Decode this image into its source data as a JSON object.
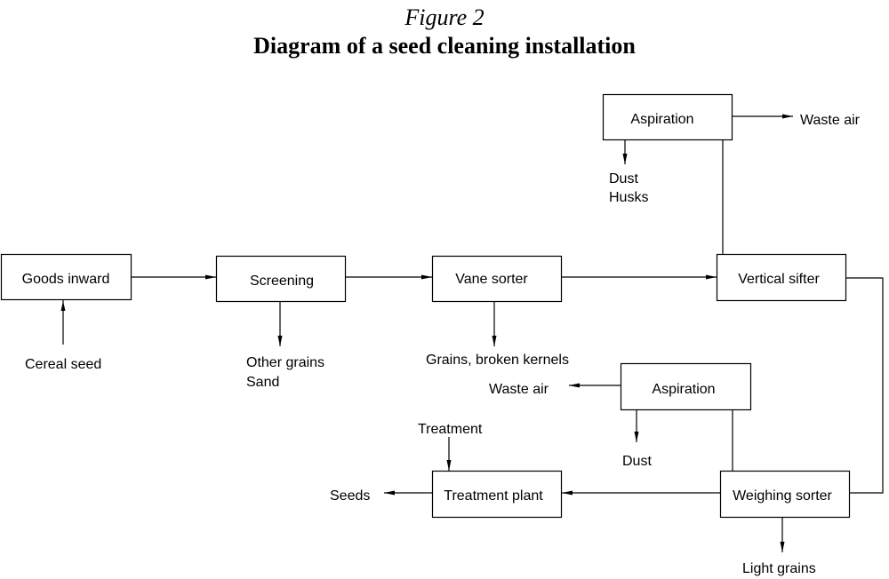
{
  "figure": {
    "label": "Figure 2",
    "title": "Diagram of a seed cleaning installation"
  },
  "nodes": {
    "goods_inward": "Goods inward",
    "screening": "Screening",
    "vane_sorter": "Vane sorter",
    "vertical_sifter": "Vertical sifter",
    "aspiration_top": "Aspiration",
    "aspiration_bottom": "Aspiration",
    "weighing_sorter": "Weighing sorter",
    "treatment_plant": "Treatment plant"
  },
  "labels": {
    "cereal_seed": "Cereal seed",
    "other_grains": "Other grains",
    "sand": "Sand",
    "grains_broken": "Grains, broken kernels",
    "waste_air_top": "Waste air",
    "dust_top": "Dust",
    "husks": "Husks",
    "waste_air_bottom": "Waste air",
    "dust_bottom": "Dust",
    "treatment": "Treatment",
    "seeds": "Seeds",
    "light_grains": "Light grains"
  },
  "flows": [
    {
      "from": "Cereal seed",
      "to": "Goods inward"
    },
    {
      "from": "Goods inward",
      "to": "Screening"
    },
    {
      "from": "Screening",
      "to": "Other grains / Sand"
    },
    {
      "from": "Screening",
      "to": "Vane sorter"
    },
    {
      "from": "Vane sorter",
      "to": "Grains, broken kernels"
    },
    {
      "from": "Vane sorter",
      "to": "Vertical sifter"
    },
    {
      "from": "Vertical sifter",
      "to": "Aspiration (top)"
    },
    {
      "from": "Aspiration (top)",
      "to": "Waste air"
    },
    {
      "from": "Aspiration (top)",
      "to": "Dust / Husks"
    },
    {
      "from": "Vertical sifter",
      "to": "Weighing sorter"
    },
    {
      "from": "Weighing sorter",
      "to": "Aspiration (bottom)"
    },
    {
      "from": "Aspiration (bottom)",
      "to": "Waste air"
    },
    {
      "from": "Aspiration (bottom)",
      "to": "Dust"
    },
    {
      "from": "Weighing sorter",
      "to": "Light grains"
    },
    {
      "from": "Weighing sorter",
      "to": "Treatment plant"
    },
    {
      "from": "Treatment",
      "to": "Treatment plant"
    },
    {
      "from": "Treatment plant",
      "to": "Seeds"
    }
  ]
}
